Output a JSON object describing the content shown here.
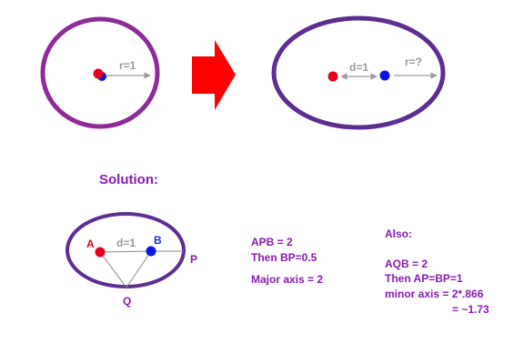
{
  "colors": {
    "circle_stroke": "#8e2a9a",
    "ellipse_stroke": "#5d2d91",
    "red_point": "#e8001c",
    "blue_point": "#0a16e6",
    "arrow_gray": "#9a9a9a",
    "text_purple": "#8a1bb0",
    "big_arrow": "#ff0000"
  },
  "top": {
    "left_radius_label": "r=1",
    "distance_label": "d=1",
    "right_radius_label": "r=?"
  },
  "solution": {
    "heading": "Solution:",
    "point_a": "A",
    "point_b": "B",
    "point_p": "P",
    "point_q": "Q",
    "distance_label": "d=1"
  },
  "notes_left": {
    "line1": "APB = 2",
    "line2": "Then BP=0.5",
    "line3": "Major axis = 2"
  },
  "notes_right": {
    "heading": "Also:",
    "line1": "AQB = 2",
    "line2": "Then AP=BP=1",
    "line3": "minor axis = 2*.866",
    "line4": "= ~1.73"
  },
  "icons": {
    "transform_arrow": "big-right-arrow"
  }
}
